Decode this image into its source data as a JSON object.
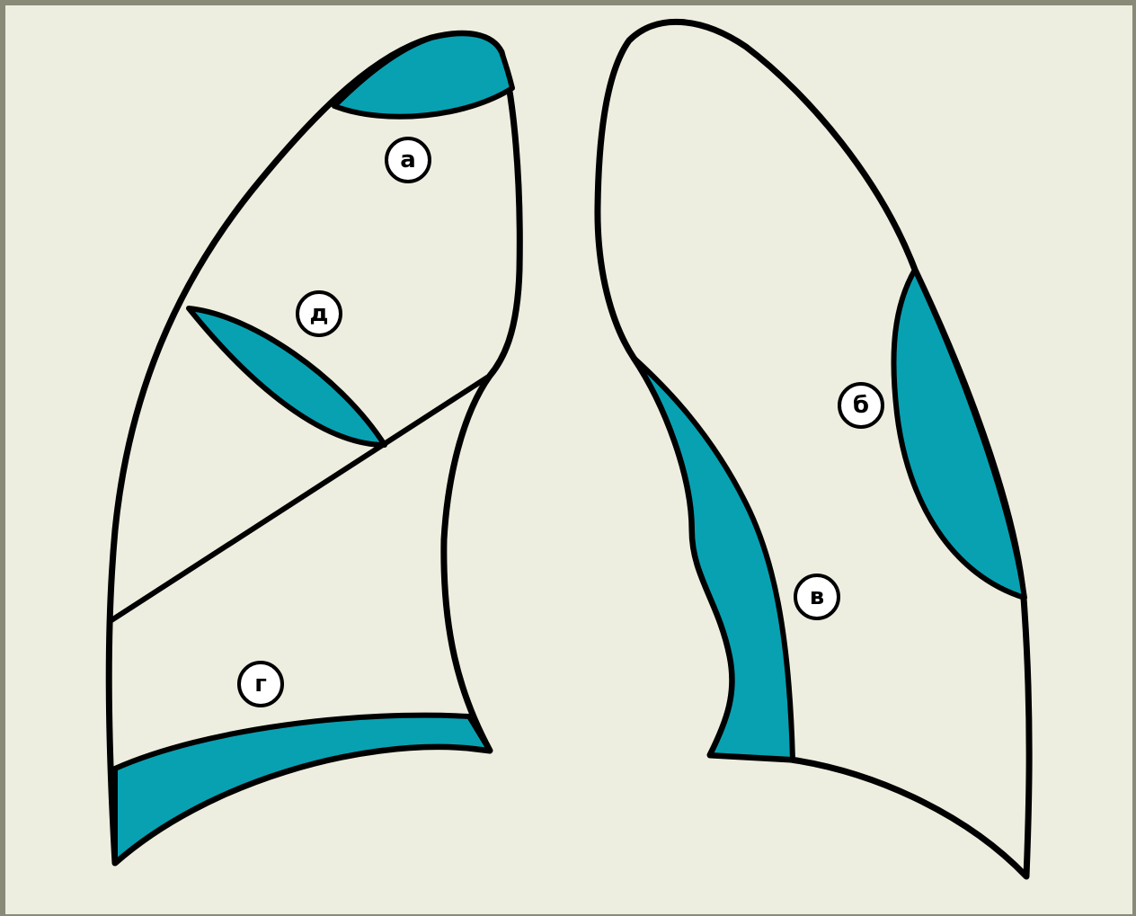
{
  "colors": {
    "background": "#eeeee0",
    "shading": "#08a1b2",
    "outline": "#000000",
    "frame": "#8a8a78"
  },
  "markers": {
    "a": "а",
    "b": "б",
    "v": "в",
    "g": "г",
    "d": "д"
  }
}
